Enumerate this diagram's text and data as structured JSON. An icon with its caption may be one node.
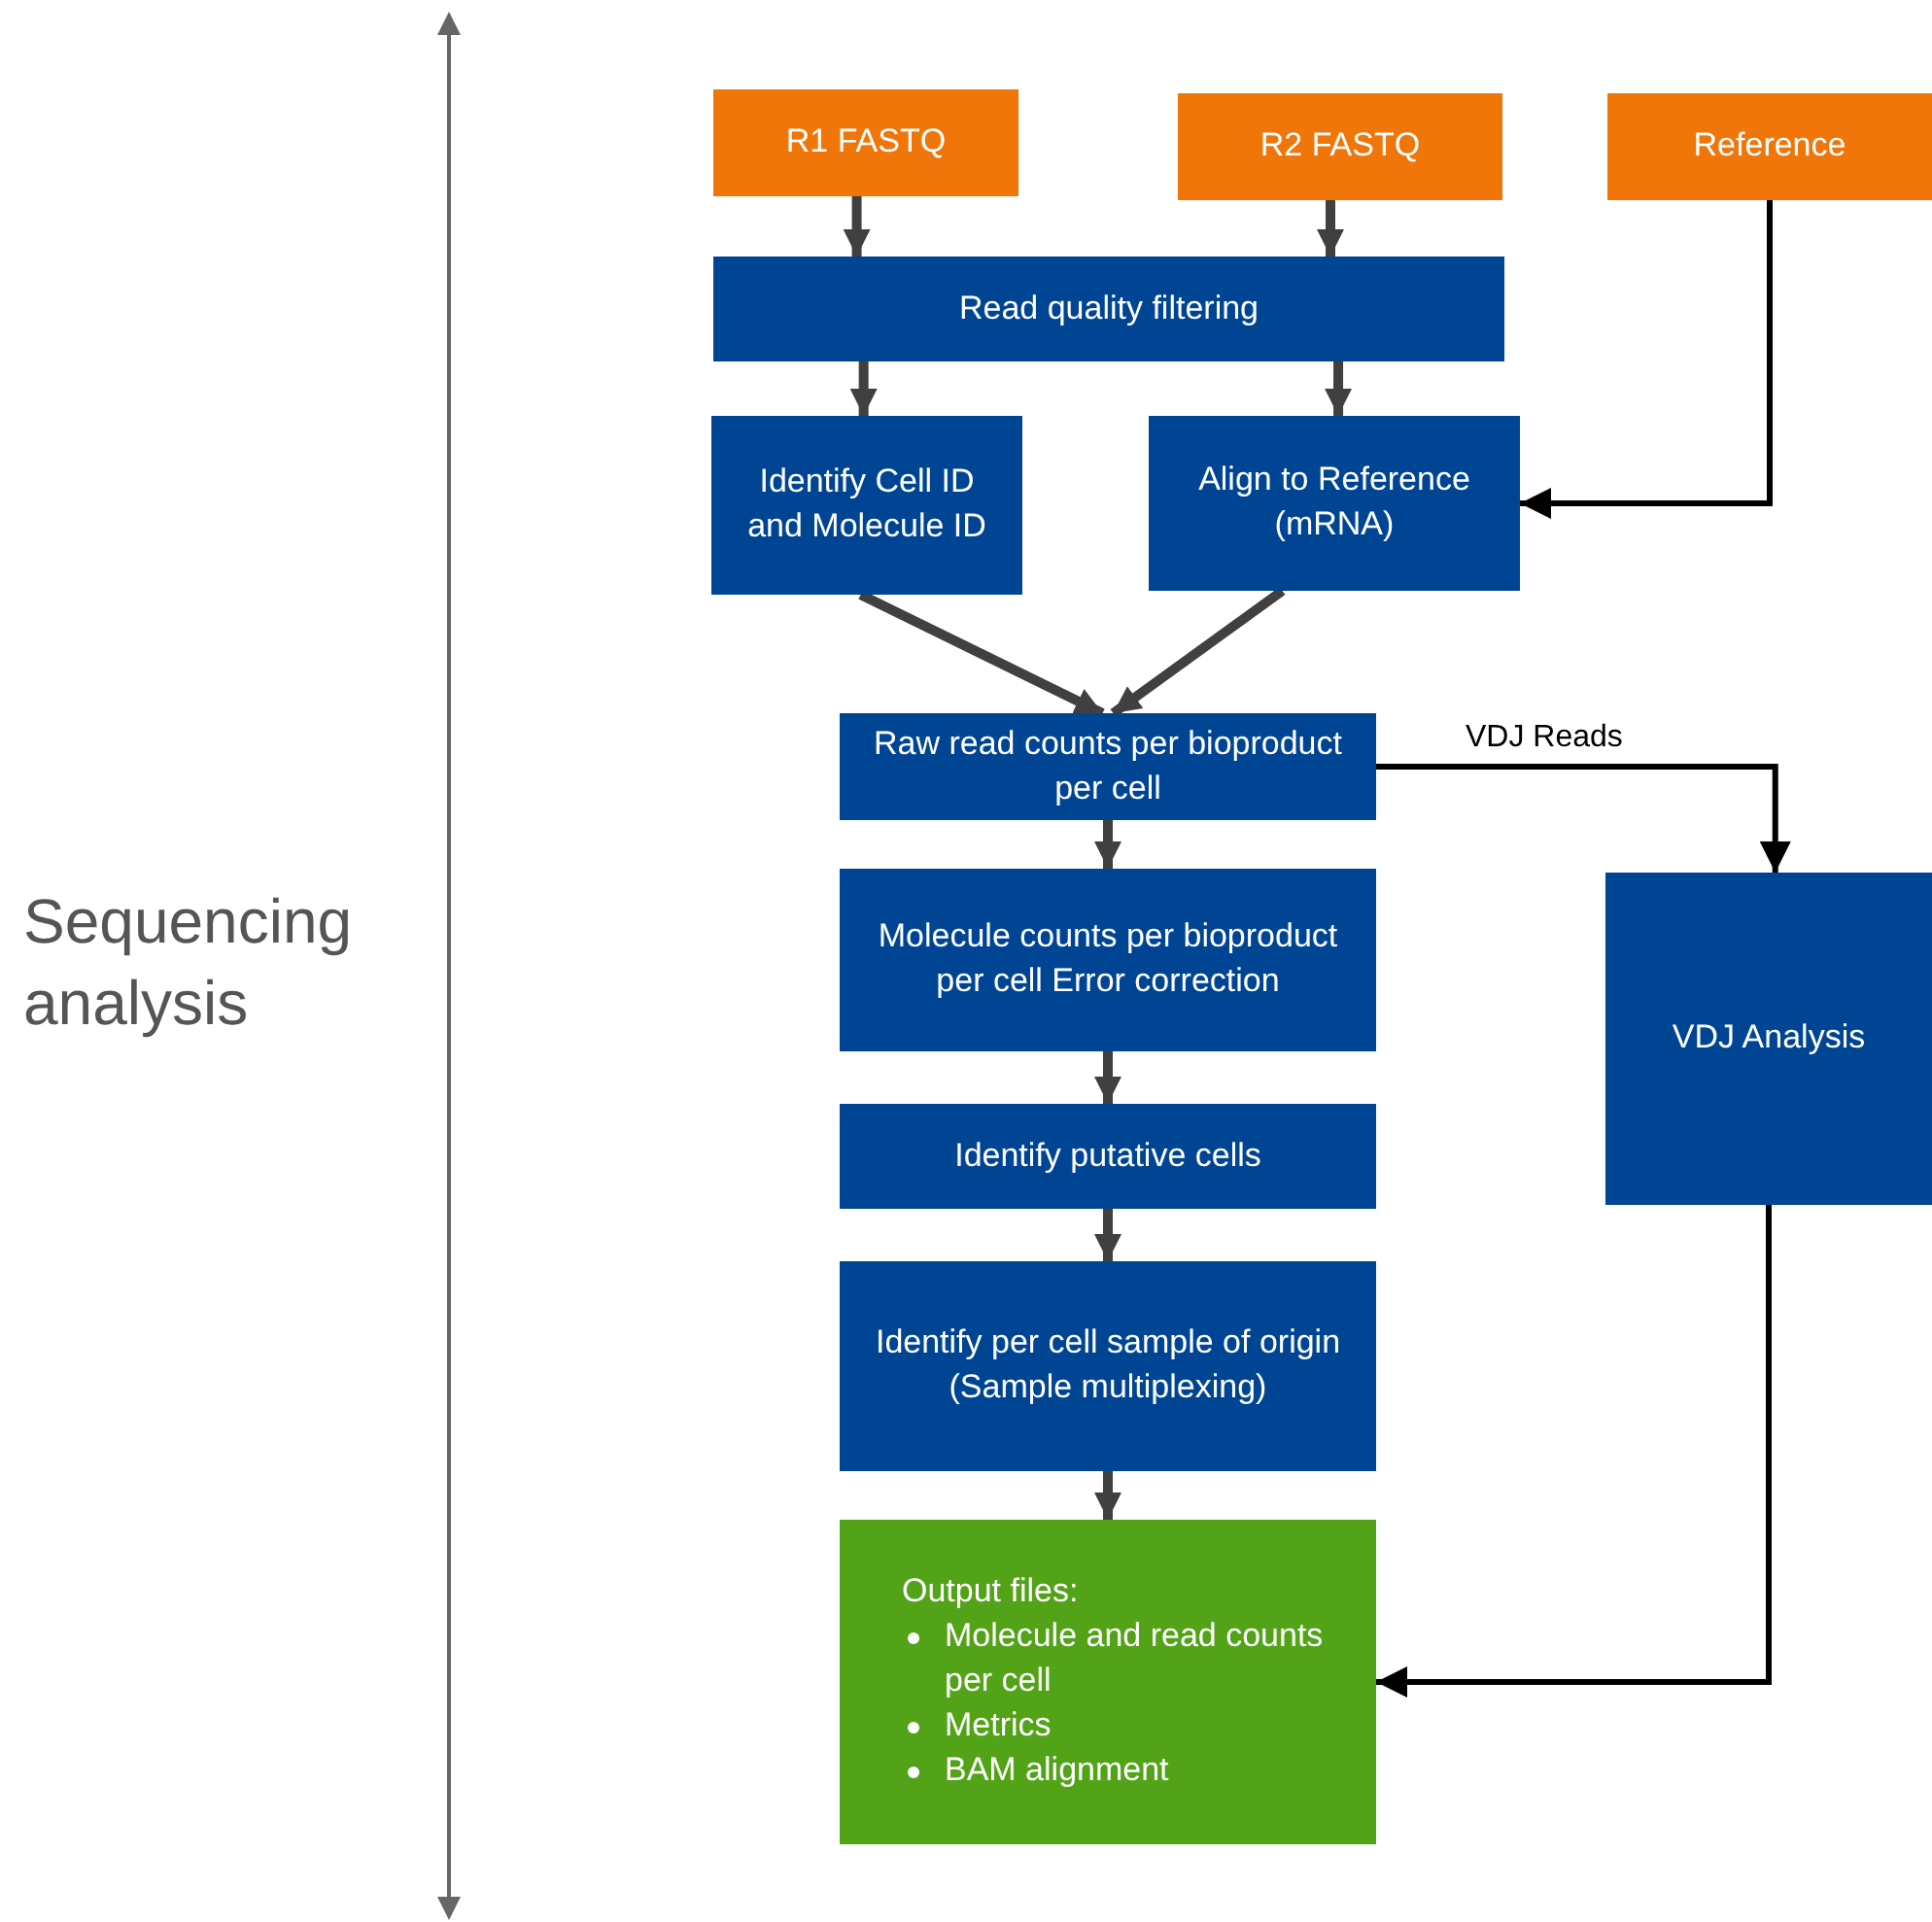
{
  "diagram": {
    "nodes": [
      {
        "text": [
          "R1 FASTQ"
        ]
      },
      {
        "text": [
          "R2 FASTQ"
        ]
      },
      {
        "text": [
          "Reference"
        ]
      },
      {
        "text": [
          "Read quality filtering"
        ]
      },
      {
        "text": [
          "Identify Cell ID and Molecule ID"
        ]
      },
      {
        "text": [
          "Align to Reference (mRNA)"
        ]
      },
      {
        "text": [
          "Raw read counts per bioproduct per cell"
        ]
      },
      {
        "text": [
          "Molecule counts per bioproduct per cell Error correction"
        ]
      },
      {
        "text": [
          "Identify putative cells"
        ]
      },
      {
        "text": [
          "Identify per cell sample of origin (Sample multiplexing)"
        ]
      },
      {
        "text": [
          "Output files:",
          "Molecule and read counts per cell",
          "Metrics",
          "BAM alignment"
        ]
      },
      {
        "text": [
          "VDJ Analysis"
        ]
      }
    ],
    "edges": [
      {
        "from": 0,
        "to": 3,
        "arrow": "to"
      },
      {
        "from": 1,
        "to": 3,
        "arrow": "to"
      },
      {
        "from": 3,
        "to": 4,
        "arrow": "to"
      },
      {
        "from": 3,
        "to": 5,
        "arrow": "to"
      },
      {
        "from": 2,
        "to": 5,
        "arrow": "to",
        "color": "#000000"
      },
      {
        "from": 4,
        "to": 6,
        "arrow": "to"
      },
      {
        "from": 5,
        "to": 6,
        "arrow": "to"
      },
      {
        "from": 6,
        "to": 7,
        "arrow": "to"
      },
      {
        "from": 7,
        "to": 8,
        "arrow": "to"
      },
      {
        "from": 8,
        "to": 9,
        "arrow": "to"
      },
      {
        "from": 9,
        "to": 10,
        "arrow": "to"
      },
      {
        "from": 6,
        "to": 11,
        "label": "VDJ Reads",
        "arrow": "to",
        "color": "#000000"
      },
      {
        "from": 11,
        "to": 10,
        "arrow": "to",
        "color": "#000000"
      }
    ],
    "labels": [
      "Sequencing analysis"
    ]
  }
}
